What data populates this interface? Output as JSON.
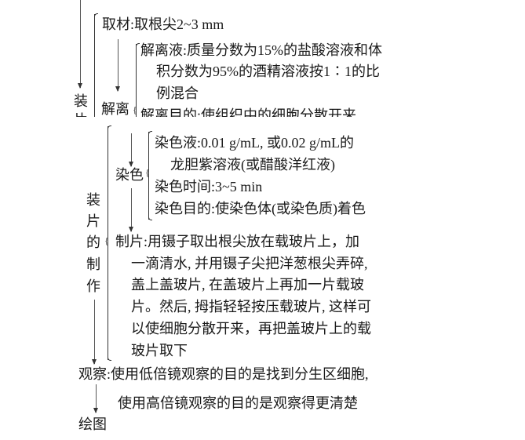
{
  "top_section": {
    "left_label": "装",
    "material": "取材:取根尖2~3 mm",
    "dissociation": {
      "label": "解离",
      "liquid": [
        "解离液:质量分数为15%的盐酸溶液和体",
        "积分数为95%的酒精溶液按1∶1的比",
        "例混合"
      ],
      "purpose": "解离目的:使组织中的细胞分散开来"
    }
  },
  "slide_prep": {
    "label_chars": [
      "装",
      "片",
      "的",
      "制",
      "作"
    ],
    "staining": {
      "label": "染色",
      "liquid": [
        "染色液:0.01  g/mL, 或0.02  g/mL的",
        "龙胆紫溶液(或醋酸洋红液)"
      ],
      "time": "染色时间:3~5  min",
      "purpose": "染色目的:使染色体(或染色质)着色"
    },
    "making": [
      "制片:用镊子取出根尖放在载玻片上，加",
      "一滴清水, 并用镊子尖把洋葱根尖弄碎,",
      "盖上盖玻片, 在盖玻片上再加一片载玻",
      "片。然后, 拇指轻轻按压载玻片, 这样可",
      "以使细胞分散开来，再把盖玻片上的载",
      "玻片取下"
    ]
  },
  "observation": [
    "观察:使用低倍镜观察的目的是找到分生区细胞,",
    "使用高倍镜观察的目的是观察得更清楚"
  ],
  "drawing": "绘图"
}
